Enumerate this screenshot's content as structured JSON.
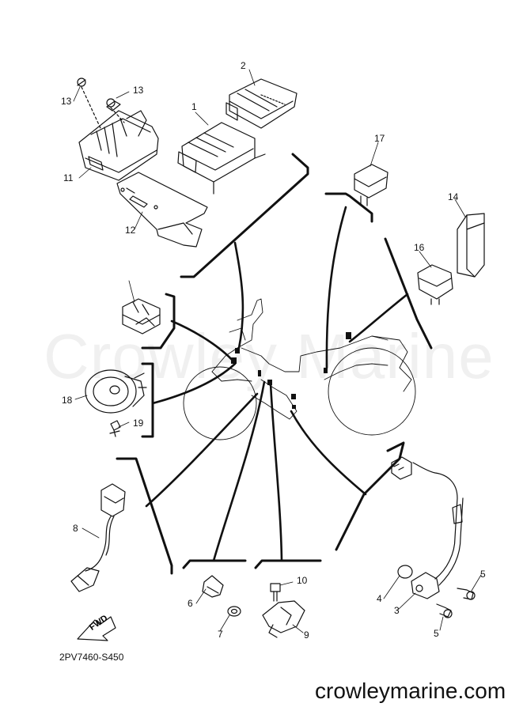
{
  "watermark": "Crowley Marine",
  "diagram_code": "2PV7460-S450",
  "site_url": "crowleymarine.com",
  "fwd_label": "FWD",
  "callouts": [
    "1",
    "2",
    "3",
    "4",
    "5",
    "5",
    "6",
    "7",
    "8",
    "9",
    "10",
    "11",
    "12",
    "13",
    "13",
    "14",
    "16",
    "17",
    "18",
    "19"
  ]
}
